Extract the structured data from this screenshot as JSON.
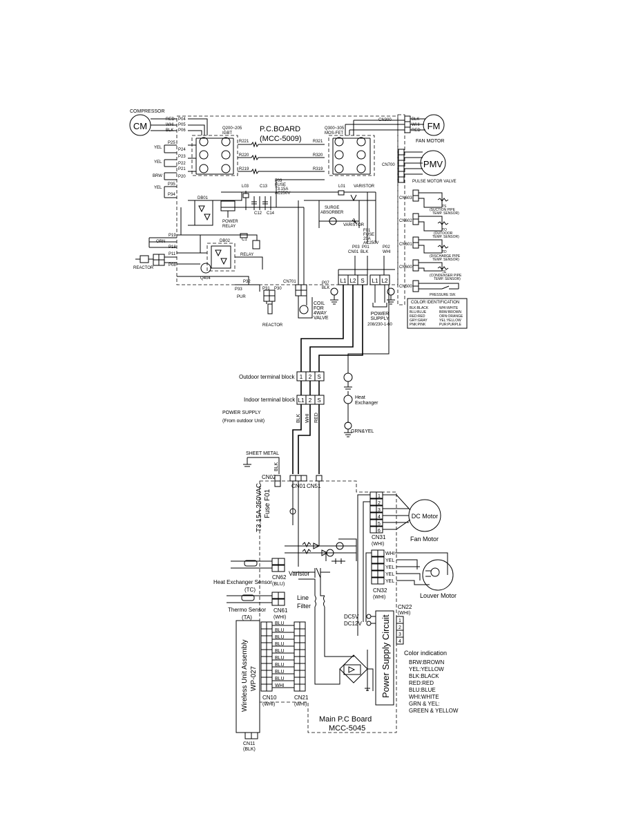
{
  "outdoor": {
    "compressor_label": "COMPRESSOR",
    "cm": "CM",
    "fm": "FM",
    "fan_motor": "FAN MOTOR",
    "pmv": "PMV",
    "pulse_motor_valve": "PULSE MOTOR VALVE",
    "pcb_title": "P.C.BOARD",
    "pcb_model": "(MCC-5009)",
    "igbt": [
      "Q200~205",
      "IGBT"
    ],
    "mosfet": [
      "Q300~305",
      "MOS-FET"
    ],
    "resistors": [
      "R221",
      "R220",
      "R219",
      "R321",
      "R320",
      "R319"
    ],
    "compressor_pins": [
      "P04",
      "P05",
      "P06"
    ],
    "compressor_colors": [
      "RED",
      "WHI",
      "BLK"
    ],
    "fan_colors": [
      "BLK",
      "WHI",
      "RED"
    ],
    "cn300": "CN300",
    "cn700": "CN700",
    "left_pins": [
      "P25",
      "P24",
      "P23",
      "P22",
      "P21",
      "P20",
      "P35",
      "P34"
    ],
    "left_colors": [
      "YEL",
      "YEL",
      "BRW",
      "YEL"
    ],
    "fuse_f03": [
      "F03",
      "FUSE",
      "T3.15A",
      "AC250V"
    ],
    "l03": "L03",
    "l01": "L01",
    "c13": "C13",
    "c12": "C12",
    "c14": "C14",
    "varistor": "VARISTOR",
    "surge_absorber": [
      "SURGE",
      "ABSORBER"
    ],
    "varistor2": "VARISTOR",
    "fuse_f01": [
      "F01",
      "FUSE",
      "25A",
      "AC250V"
    ],
    "db01": "DB01",
    "db02": "DB02",
    "power_relay": [
      "POWER",
      "RELAY"
    ],
    "c1": "C1",
    "relay": "RELAY",
    "q404": "Q404",
    "pins_mid": [
      "P19",
      "P18",
      "P11",
      "P08"
    ],
    "orn": "ORN",
    "reactor": "REACTOR",
    "reactor2": "REACTOR",
    "p32": "P32",
    "p33": "P33",
    "p31": "P31",
    "p30": "P30",
    "pur": "PUR",
    "cn701": "CN701",
    "p07": "P07",
    "blk": "BLK",
    "coil": [
      "COIL",
      "FOR",
      "4WAY",
      "VALVE"
    ],
    "p03": "P03",
    "p01": "P01",
    "p02": "P02",
    "cn01": "CN01",
    "whi": "WHI",
    "terminals_top": [
      "L1",
      "L2",
      "S",
      "L1",
      "L2"
    ],
    "power_supply": [
      "POWER",
      "SUPPLY",
      "208/230-1-60"
    ],
    "sensors": [
      {
        "cn": "CN603",
        "name": "TS",
        "desc": [
          "(SUCTION PIPE",
          "TEMP. SENSOR)"
        ]
      },
      {
        "cn": "CN602",
        "name": "TO",
        "desc": [
          "(OUTDOOR",
          "TEMP. SENSOR)"
        ]
      },
      {
        "cn": "CN601",
        "name": "TD",
        "desc": [
          "(DISCHARGE PIPE",
          "TEMP. SENSOR)"
        ]
      },
      {
        "cn": "CN600",
        "name": "TE",
        "desc": [
          "(CONDENSER PIPE",
          "TEMP. SENSOR)"
        ]
      }
    ],
    "cn500": "CN500",
    "pressure_sw": "PRESSURE SW.",
    "color_id_title": "COLOR IDENTIFICATION",
    "color_id": [
      [
        "BLK:BLACK",
        "WHI:WHITE"
      ],
      [
        "BLU:BLUE",
        "BRW:BROWN"
      ],
      [
        "RED:RED",
        "ORN:ORANGE"
      ],
      [
        "GRY:GRAY",
        "YEL:YELLOW"
      ],
      [
        "PNK:PINK",
        "PUR:PURPLE"
      ]
    ]
  },
  "middle": {
    "outdoor_tb": "Outdoor terminal block",
    "indoor_tb": "Indoor terminal block",
    "tb_labels": [
      "1",
      "2",
      "S"
    ],
    "tb_labels_in": [
      "L1",
      "2",
      "S"
    ],
    "heat_exchanger": [
      "Heat",
      "Exchanger"
    ],
    "power_supply": "POWER SUPPLY",
    "from_outdoor": "(From outdoor Unit)",
    "wire_colors": [
      "BLK",
      "WHI",
      "RED"
    ],
    "grn_yel": "GRN&YEL",
    "sheet_metal": "SHEET METAL",
    "blk": "BLK"
  },
  "indoor": {
    "cn02": "CN02",
    "cn01": "CN01",
    "cn51": "CN51",
    "fuse": [
      "T3.15A 250VAC",
      "Fuse F01"
    ],
    "fan_conn": [
      "1",
      "2",
      "3",
      "4",
      "5",
      "6"
    ],
    "dc_motor": "DC Motor",
    "cn31": "CN31",
    "cn31_color": "(WHI)",
    "fan_motor": "Fan Motor",
    "hx_sensor": "Heat Exchanger Sensor",
    "tc": "(TC)",
    "cn62": "CN62",
    "cn62_color": "(BLU)",
    "varistor": "Varistor",
    "louver_colors": [
      "WHI",
      "YEL",
      "YEL",
      "YEL",
      "YEL"
    ],
    "cn32": "CN32",
    "cn32_color": "(WHI)",
    "louver_motor": "Louver Motor",
    "thermo_sensor": "Thermo Sensor",
    "ta": "(TA)",
    "cn61": "CN61",
    "cn61_color": "(WHI)",
    "line_filter": [
      "Line",
      "Filter"
    ],
    "dc5v": "DC5V",
    "dc12v": "DC12V",
    "cn22": "CN22",
    "cn22_color": "(WHI)",
    "cn22_pins": [
      "1",
      "2",
      "3",
      "4"
    ],
    "psc": "Power Supply Circuit",
    "wireless": [
      "Wireless Unit Assembly",
      "WP-027"
    ],
    "cn10_wires": [
      "BLU",
      "BLU",
      "BLU",
      "BLU",
      "BLU",
      "BLU",
      "BLU",
      "BLU",
      "BLU",
      "WHI"
    ],
    "cn10": "CN10",
    "cn10_color": "(WHI)",
    "cn21": "CN21",
    "cn21_color": "(WHI)",
    "cn11": "CN11",
    "cn11_color": "(BLK)",
    "main_pcb": "Main P.C Board",
    "main_pcb_model": "MCC-5045",
    "color_indication_title": "Color indication",
    "color_indication": [
      "BRW:BROWN",
      "YEL:YELLOW",
      "BLK:BLACK",
      "RED:RED",
      "BLU:BLUE",
      "WHI:WHITE",
      "GRN & YEL:",
      "GREEN & YELLOW"
    ]
  }
}
